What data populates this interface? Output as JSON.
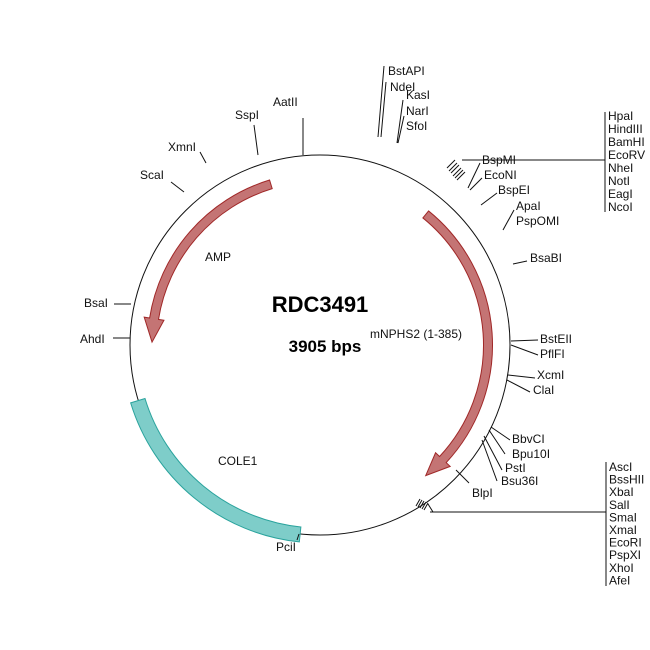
{
  "plasmid": {
    "name": "RDC3491",
    "size": "3905 bps",
    "insert_label": "mNPHS2 (1-385)"
  },
  "features": {
    "amp": "AMP",
    "cole1": "COLE1"
  },
  "colors": {
    "arrow_fill": "#c47474",
    "arrow_stroke": "#a02828",
    "cole1_fill": "#7ecdc9",
    "cole1_stroke": "#2aa39d"
  },
  "sites": {
    "top": [
      "BstAPI",
      "NdeI",
      "KasI",
      "NarI",
      "SfoI"
    ],
    "mcs1": [
      "HpaI",
      "HindIII",
      "BamHI",
      "EcoRV",
      "NheI",
      "NotI",
      "EagI",
      "NcoI"
    ],
    "right": [
      "BspMI",
      "EcoNI",
      "BspEI",
      "ApaI",
      "PspOMI",
      "BsaBI",
      "BstEII",
      "PflFI",
      "XcmI",
      "ClaI",
      "BbvCI",
      "Bpu10I",
      "PstI",
      "Bsu36I",
      "BlpI"
    ],
    "mcs2": [
      "AscI",
      "BssHII",
      "XbaI",
      "SalI",
      "SmaI",
      "XmaI",
      "EcoRI",
      "PspXI",
      "XhoI",
      "AfeI"
    ],
    "bottom": [
      "PciI"
    ],
    "left": [
      "AhdI",
      "BsaI",
      "ScaI",
      "XmnI",
      "SspI",
      "AatII"
    ]
  }
}
